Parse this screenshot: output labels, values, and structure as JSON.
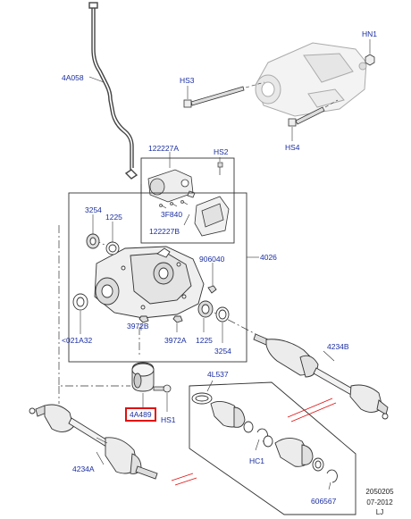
{
  "diagram": {
    "part_labels": {
      "hn1": "HN1",
      "a4a058": "4A058",
      "hs3": "HS3",
      "hs4": "HS4",
      "p122227a": "122227A",
      "hs2": "HS2",
      "p3f840": "3F840",
      "p122227b": "122227B",
      "p3254_top": "3254",
      "p1225_top": "1225",
      "p906040": "906040",
      "p4026": "4026",
      "p021a32": "<021A32",
      "p3972b": "3972B",
      "p3972a": "3972A",
      "p1225_bot": "1225",
      "p3254_bot": "3254",
      "p4234b": "4234B",
      "p4l537": "4L537",
      "p4a489": "4A489",
      "hs1": "HS1",
      "hc1": "HC1",
      "p4234a": "4234A",
      "p606567": "606567"
    },
    "highlighted_part": "4A489",
    "highlight_color": "#e01010",
    "label_color": "#1a2ea0",
    "footer": {
      "drawing_number": "2050205",
      "date": "07-2012",
      "initials": "LJ"
    }
  }
}
